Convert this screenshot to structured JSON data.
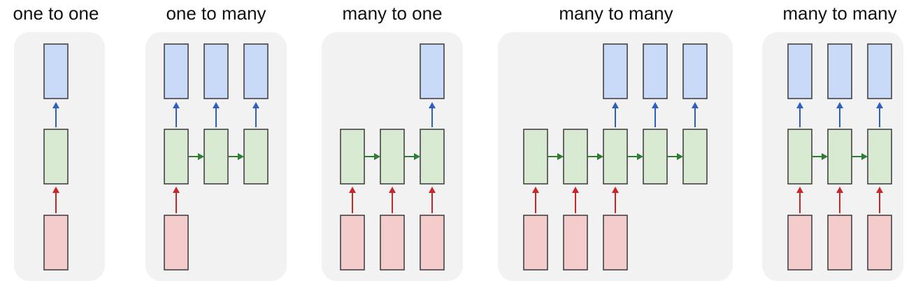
{
  "colors": {
    "output": "#c9daf8",
    "hidden": "#d9ead3",
    "input": "#f4cccc",
    "output_arrow": "#2c5fbf",
    "input_arrow": "#c62828",
    "recurrent_arrow": "#2e7d32",
    "panel_background": "#f2f2f2"
  },
  "panels": [
    {
      "title": "one to one",
      "timesteps": 1,
      "inputs": [
        0
      ],
      "outputs": [
        0
      ]
    },
    {
      "title": "one to many",
      "timesteps": 3,
      "inputs": [
        0
      ],
      "outputs": [
        0,
        1,
        2
      ]
    },
    {
      "title": "many to one",
      "timesteps": 3,
      "inputs": [
        0,
        1,
        2
      ],
      "outputs": [
        2
      ]
    },
    {
      "title": "many to many",
      "timesteps": 5,
      "inputs": [
        0,
        1,
        2
      ],
      "outputs": [
        2,
        3,
        4
      ]
    },
    {
      "title": "many to many",
      "timesteps": 3,
      "inputs": [
        0,
        1,
        2
      ],
      "outputs": [
        0,
        1,
        2
      ]
    }
  ]
}
